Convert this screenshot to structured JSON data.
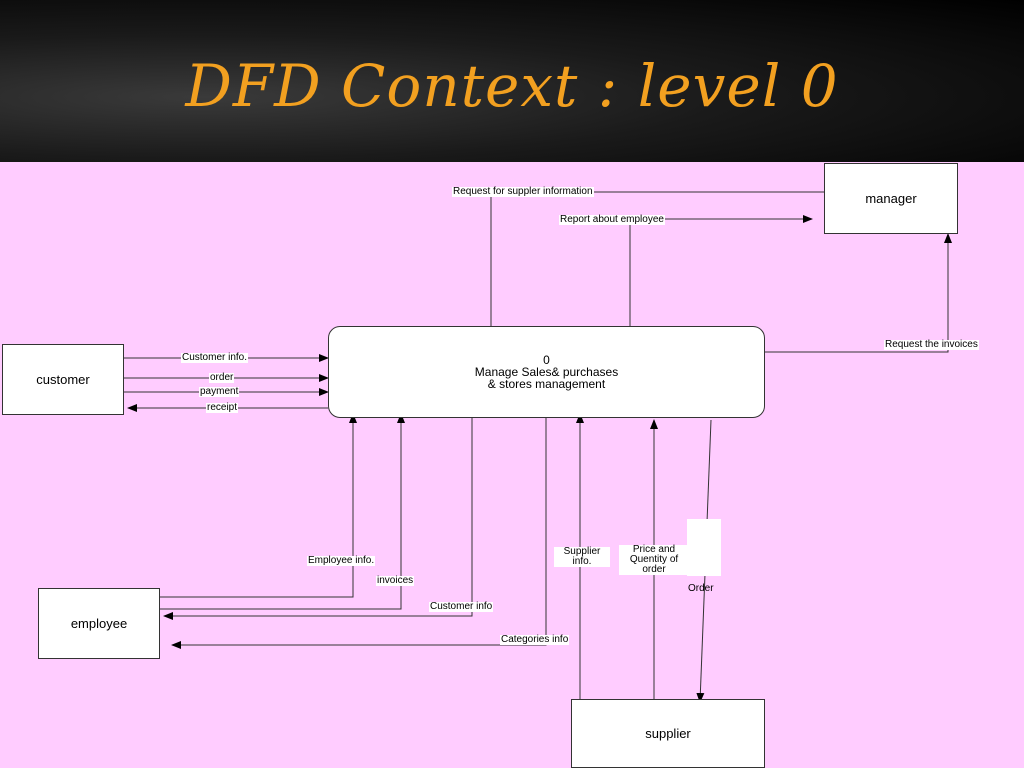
{
  "slide": {
    "title": "DFD Context : level 0"
  },
  "process": {
    "number": "0",
    "line1": "Manage Sales& purchases",
    "line2": "& stores management"
  },
  "entities": {
    "manager": "manager",
    "customer": "customer",
    "employee": "employee",
    "supplier": "supplier"
  },
  "flows": {
    "request_supplier_info": "Request for suppler information",
    "report_employee": "Report about employee",
    "request_invoices": "Request the invoices",
    "customer_info_in": "Customer info.",
    "order_in": "order",
    "payment": "payment",
    "receipt": "receipt",
    "employee_info": "Employee info.",
    "invoices": "invoices",
    "customer_info_out": "Customer info",
    "categories_info": "Categories info",
    "supplier_info": "Supplier info.",
    "price_quantity": "Price and Quentity of order",
    "order_out": "Order"
  },
  "colors": {
    "title": "#f2a020",
    "canvas": "#ffccff",
    "header": "#000000"
  }
}
